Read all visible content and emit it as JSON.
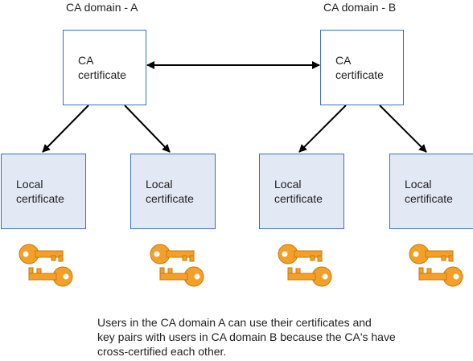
{
  "domains": [
    {
      "title": "CA domain - A",
      "ca_lines": [
        "CA",
        "certificate"
      ]
    },
    {
      "title": "CA domain - B",
      "ca_lines": [
        "CA",
        "certificate"
      ]
    }
  ],
  "local_lines": [
    "Local",
    "certificate"
  ],
  "caption_lines": [
    "Users in the CA domain A can use their certificates and",
    "key pairs with users in CA domain B because the CA's have",
    "cross-certified each other."
  ],
  "colors": {
    "box_border": "#3b6fc4",
    "local_fill": "#e3e8f5",
    "key_fill": "#f4a028",
    "key_stroke": "#c77a10",
    "arrow": "#000000"
  },
  "icons": [
    "key-pair-icon"
  ]
}
